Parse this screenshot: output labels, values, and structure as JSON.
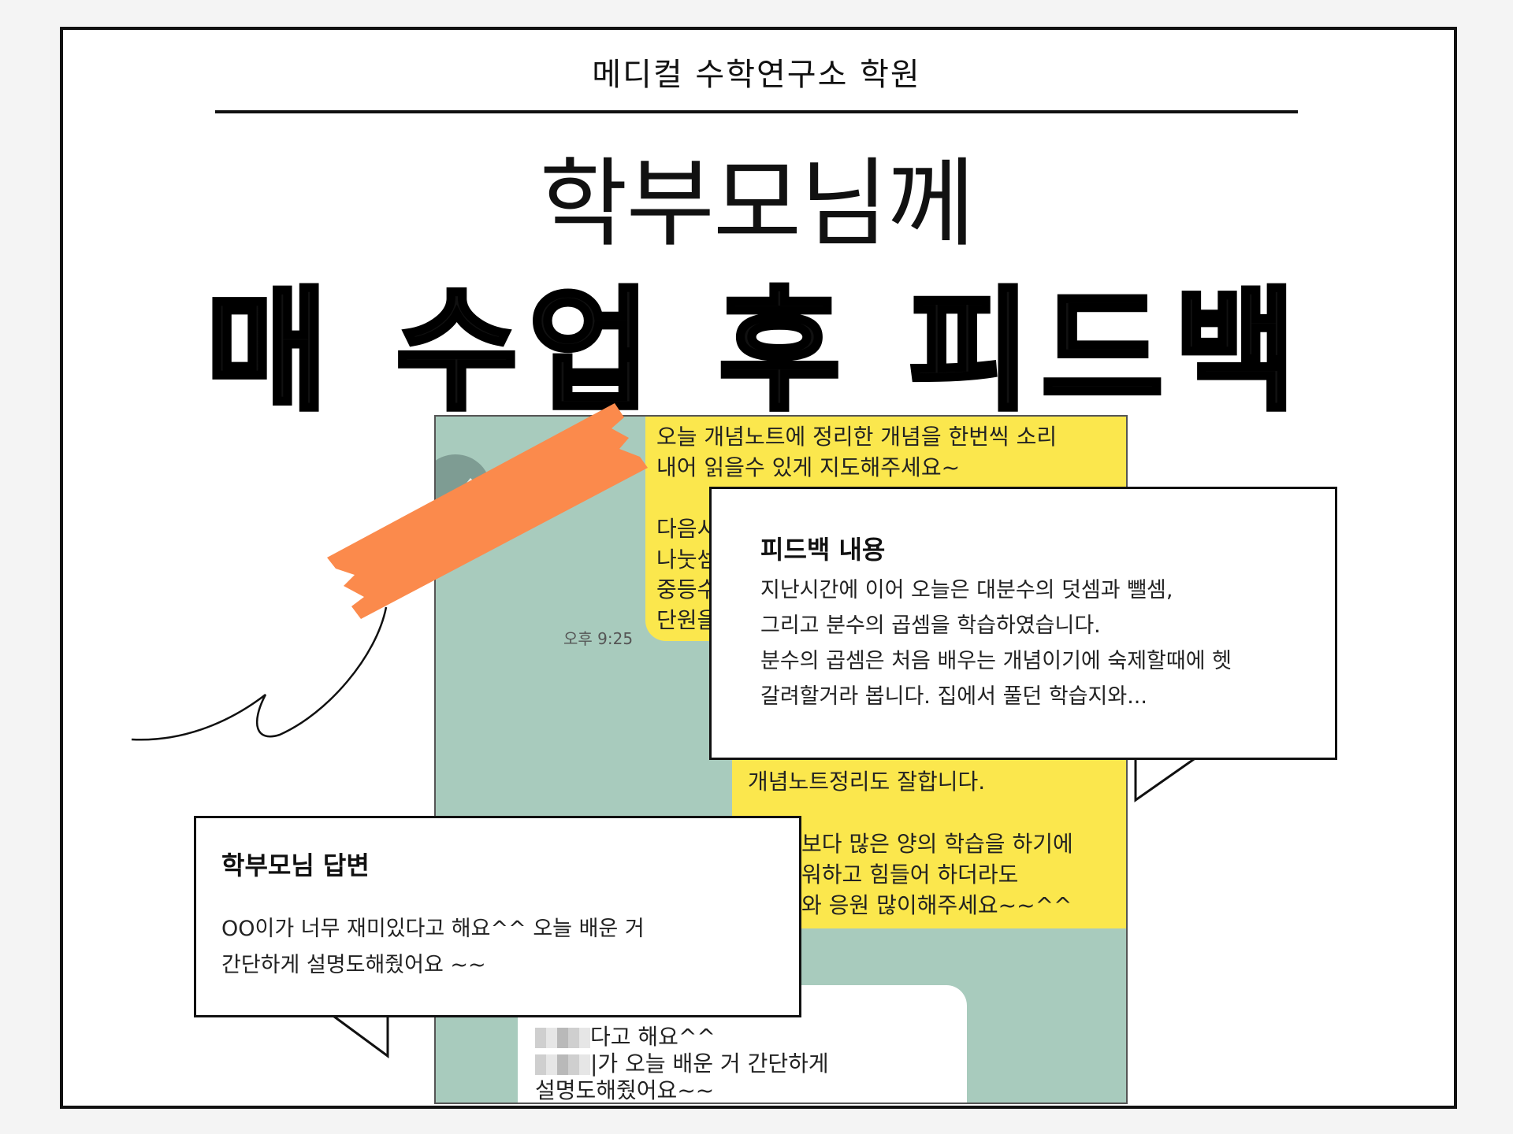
{
  "header": {
    "academy": "메디컬 수학연구소 학원",
    "subtitle": "학부모님께",
    "title": "매 수업 후 피드백"
  },
  "chat": {
    "time": "오후 9:25",
    "teacher_message_1": [
      "오늘 개념노트에 정리한 개념을 한번씩 소리",
      "내어 읽을수 있게 지도해주세요~",
      "다음시",
      "나눗셈",
      "중등수",
      "단원을"
    ],
    "teacher_message_2": [
      "개념노트정리도 잘합니다.",
      "보다 많은 양의 학습을 하기에",
      "워하고 힘들어 하더라도",
      "와 응원 많이해주세요~~^^"
    ],
    "parent_message": [
      "다고 해요^^",
      "|가 오늘 배운 거 간단하게",
      "설명도해줬어요~~"
    ]
  },
  "feedback_box": {
    "title": "피드백 내용",
    "lines": [
      "지난시간에 이어 오늘은 대분수의 덧셈과 뺄셈,",
      "그리고 분수의 곱셈을 학습하였습니다.",
      "분수의 곱셈은 처음 배우는 개념이기에 숙제할때에 헷",
      "갈려할거라 봅니다. 집에서 풀던 학습지와..."
    ]
  },
  "parent_box": {
    "title": "학부모님 답변",
    "lines": [
      "OO이가 너무 재미있다고 해요^^ 오늘 배운 거",
      "간단하게 설명도해줬어요 ~~"
    ]
  },
  "colors": {
    "chat_bg": "#a8cbbd",
    "bubble_yellow": "#fbe74d",
    "tape": "#fb8a4c"
  }
}
